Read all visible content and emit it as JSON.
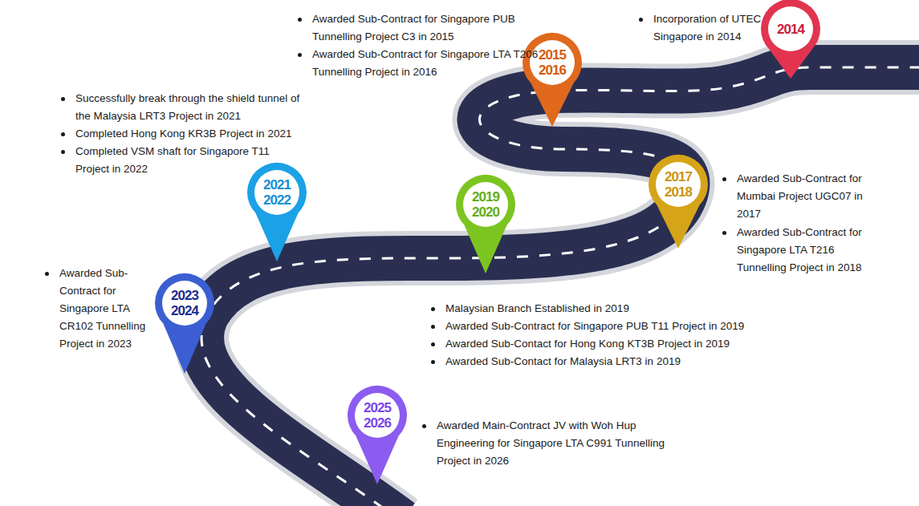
{
  "diagram": {
    "nodes": [
      {
        "text": [
          "2014"
        ]
      },
      {
        "text": [
          "2015 2016"
        ]
      },
      {
        "text": [
          "2017 2018"
        ]
      },
      {
        "text": [
          "2019 2020"
        ]
      },
      {
        "text": [
          "2021 2022"
        ]
      },
      {
        "text": [
          "2023 2024"
        ]
      },
      {
        "text": [
          "2025 2026"
        ]
      }
    ],
    "labels": [
      "Awarded Sub-Contract for Singapore PUB Tunnelling Project C3 in 2015",
      "Awarded Sub-Contract for Singapore LTA T206 Tunnelling Project in 2016",
      "Incorporation of UTEC Singapore in 2014",
      "Successfully break through the shield tunnel of the Malaysia LRT3 Project in 2021",
      "Completed Hong Kong KR3B Project in 2021",
      "Completed VSM shaft for Singapore T11 Project in 2022",
      "Awarded Sub-Contract for Mumbai Project UGC07 in 2017",
      "Awarded Sub-Contract for Singapore LTA T216 Tunnelling Project in 2018",
      "Awarded Sub-Contract for Singapore LTA CR102 Tunnelling Project in 2023",
      "Malaysian Branch Established in 2019",
      "Awarded Sub-Contract for Singapore PUB T11 Project in 2019",
      "Awarded Sub-Contact for Hong Kong KT3B Project in 2019",
      "Awarded Sub-Contact for Malaysia LRT3 in 2019",
      "Awarded Main-Contract JV with Woh Hup Engineering for Singapore LTA C991 Tunnelling Project in 2026"
    ]
  }
}
